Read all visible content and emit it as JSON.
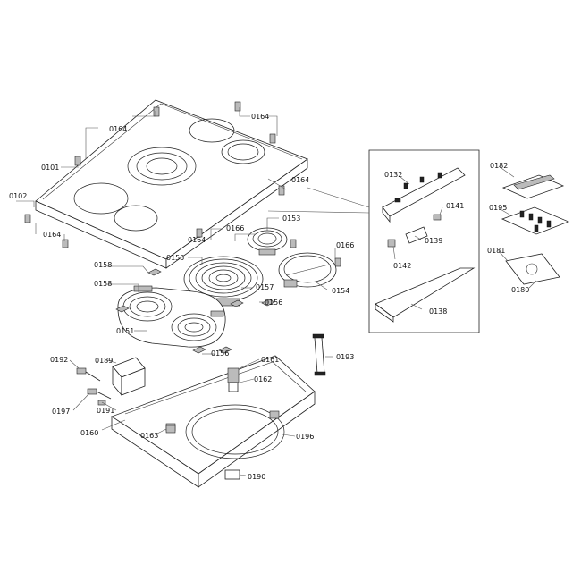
{
  "labels": {
    "l0164a": "0164",
    "l0164b": "0164",
    "l0164c": "0164",
    "l0164d": "0164",
    "l0164e": "0164",
    "l0101": "0101",
    "l0102": "0102",
    "l0153": "0153",
    "l0166a": "0166",
    "l0166b": "0166",
    "l0155": "0155",
    "l0158a": "0158",
    "l0158b": "0158",
    "l0157": "0157",
    "l0154": "0154",
    "l0156a": "0156",
    "l0156b": "0156",
    "l0151": "0151",
    "l0132": "0132",
    "l0141": "0141",
    "l0139": "0139",
    "l0142": "0142",
    "l0138": "0138",
    "l0182": "0182",
    "l0195": "0195",
    "l0181": "0181",
    "l0180": "0180",
    "l0192": "0192",
    "l0189": "0189",
    "l0197": "0197",
    "l0191": "0191",
    "l0161": "0161",
    "l0162": "0162",
    "l0193": "0193",
    "l0160": "0160",
    "l0163": "0163",
    "l0196": "0196",
    "l0190": "0190"
  }
}
